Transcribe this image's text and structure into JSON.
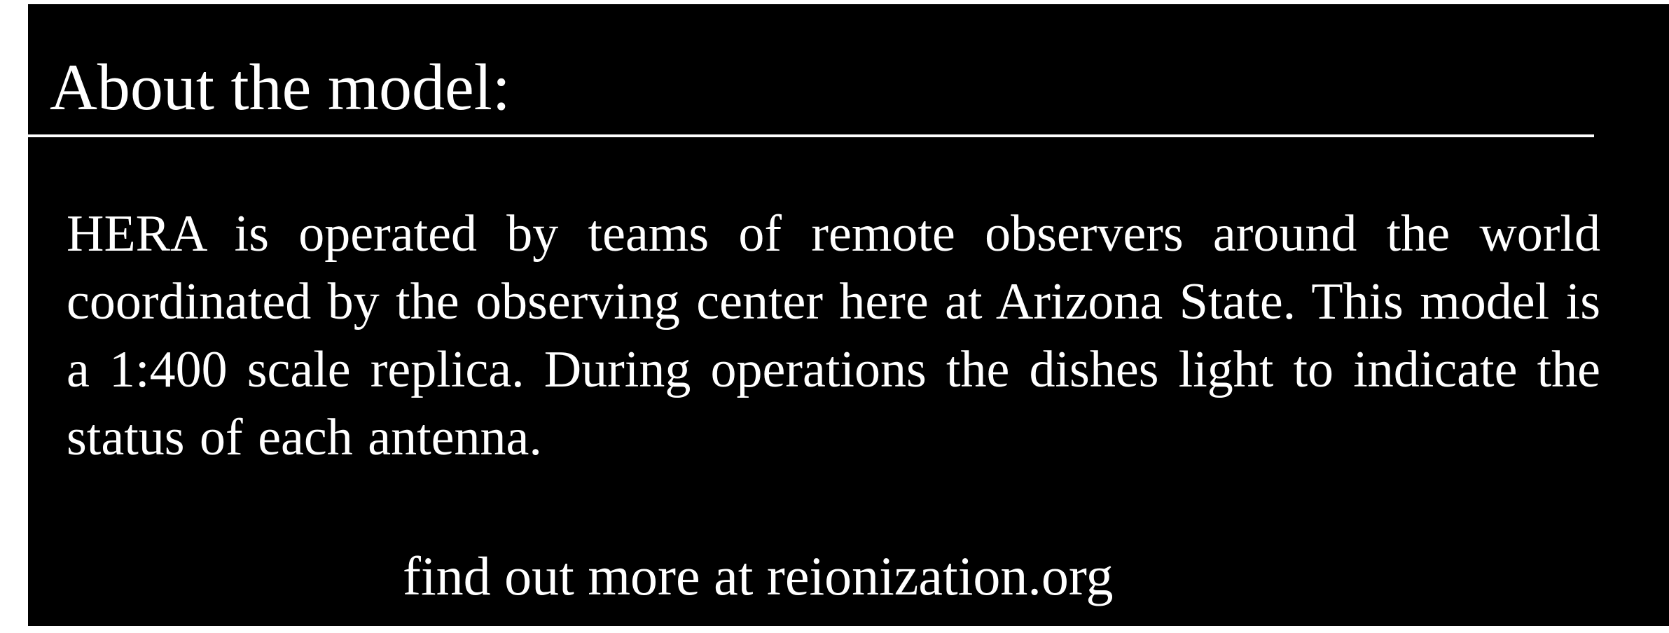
{
  "sign": {
    "heading": "About the model:",
    "body": "HERA is operated by teams of remote observers around the world coordinated by the observing center here at Arizona State. This model  is a 1:400 scale replica. During operations the dishes light to indicate the status of each antenna.",
    "footer": "find out more at reionization.org"
  },
  "colors": {
    "background": "#000000",
    "text": "#ffffff"
  }
}
